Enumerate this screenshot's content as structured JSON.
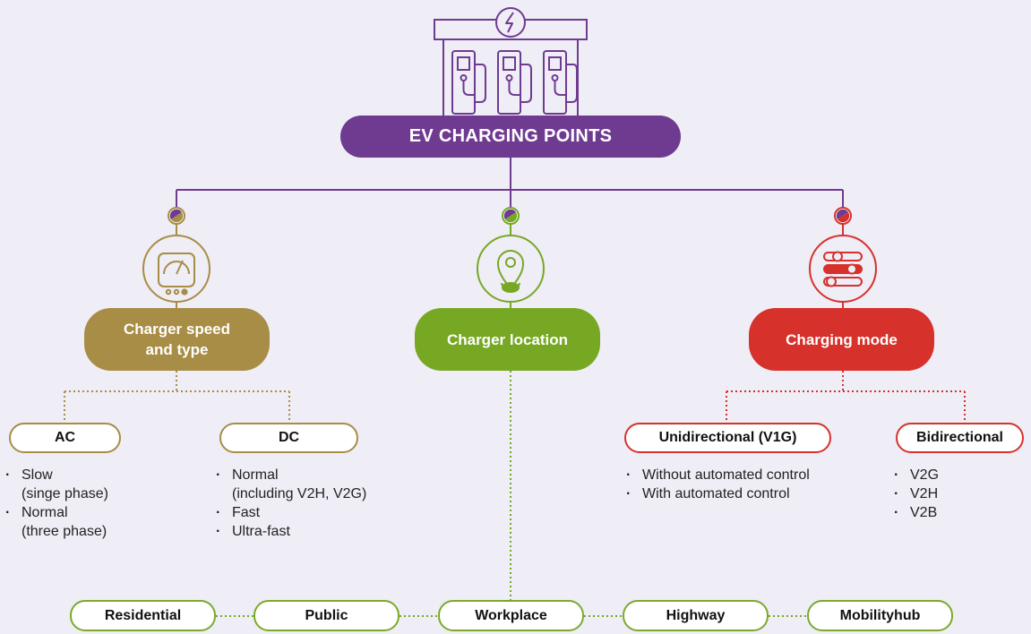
{
  "title": "EV CHARGING POINTS",
  "categories": [
    {
      "label": "Charger speed and type",
      "color": "#a78d45",
      "icon": "speedometer-icon"
    },
    {
      "label": "Charger location",
      "color": "#77a824",
      "icon": "location-pin-icon"
    },
    {
      "label": "Charging mode",
      "color": "#d6312b",
      "icon": "sliders-icon"
    }
  ],
  "speed_types": [
    {
      "label": "AC",
      "items": [
        "Slow",
        "(singe phase)",
        "Normal",
        "(three phase)"
      ]
    },
    {
      "label": "DC",
      "items": [
        "Normal",
        "(including V2H, V2G)",
        "Fast",
        "Ultra-fast"
      ]
    }
  ],
  "modes": [
    {
      "label": "Unidirectional (V1G)",
      "items": [
        "Without automated control",
        "With automated control"
      ]
    },
    {
      "label": "Bidirectional",
      "items": [
        "V2G",
        "V2H",
        "V2B"
      ]
    }
  ],
  "locations": [
    "Residential",
    "Public",
    "Workplace",
    "Highway",
    "Mobilityhub"
  ],
  "colors": {
    "purple": "#6f3b91",
    "gold": "#a78d45",
    "green": "#77a824",
    "red": "#d6312b",
    "background": "#efedf6"
  }
}
